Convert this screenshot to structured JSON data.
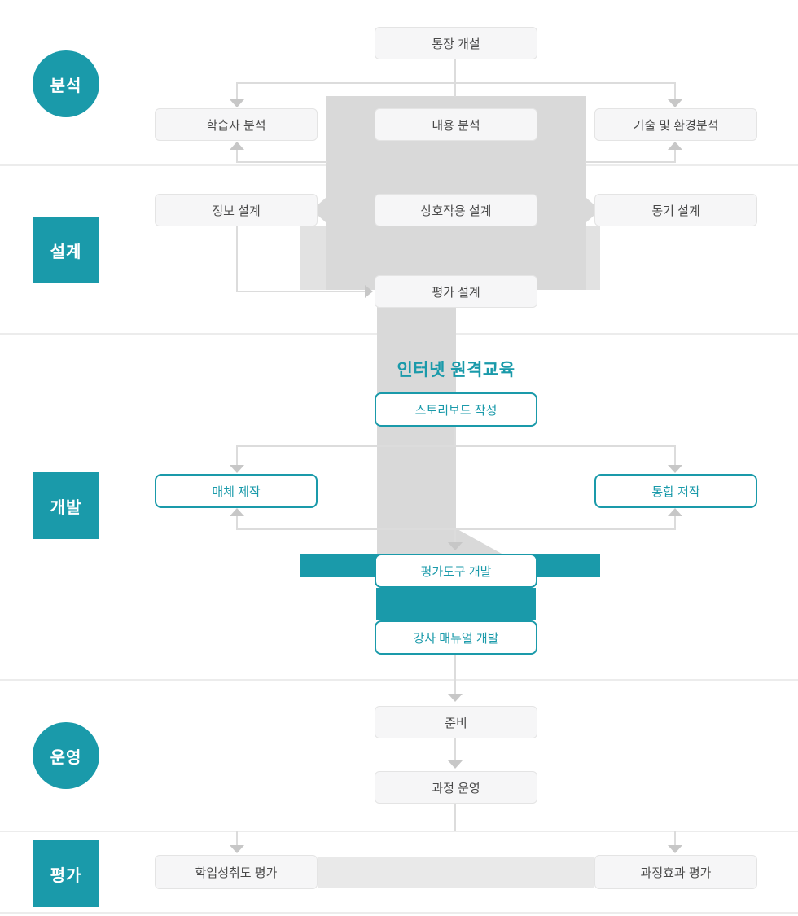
{
  "title": {
    "center": "인터넷 원격교육"
  },
  "colors": {
    "accent": "#1a9aaa",
    "box_background": "#f6f6f7",
    "box_border": "#e4e4e4",
    "connector_line": "#dcdcdc",
    "arrowhead": "#c7c7c7",
    "background_shape": "#d9d9d9",
    "background_shape_light": "#e2e2e2",
    "divider": "#ececec",
    "evaluation_band": "#e9e9e9",
    "box_text": "#4a4a4a"
  },
  "stages": [
    {
      "label": "분석",
      "shape": "circle"
    },
    {
      "label": "설계",
      "shape": "square"
    },
    {
      "label": "개발",
      "shape": "square"
    },
    {
      "label": "운영",
      "shape": "circle"
    },
    {
      "label": "평가",
      "shape": "square"
    }
  ],
  "flow": {
    "account_open": "통장 개설",
    "learner_analysis": "학습자 분석",
    "content_analysis": "내용 분석",
    "tech_env_analysis": "기술 및 환경분석",
    "info_design": "정보 설계",
    "interaction_design": "상호작용 설계",
    "motivation_design": "동기 설계",
    "evaluation_design": "평가 설계",
    "storyboard": "스토리보드 작성",
    "media_production": "매체 제작",
    "integrated_authoring": "통합 저작",
    "eval_tool_dev": "평가도구 개발",
    "instructor_manual_dev": "강사 매뉴얼 개발",
    "preparation": "준비",
    "course_operation": "과정 운영",
    "achievement_eval": "학업성취도 평가",
    "course_effect_eval": "과정효과 평가"
  }
}
